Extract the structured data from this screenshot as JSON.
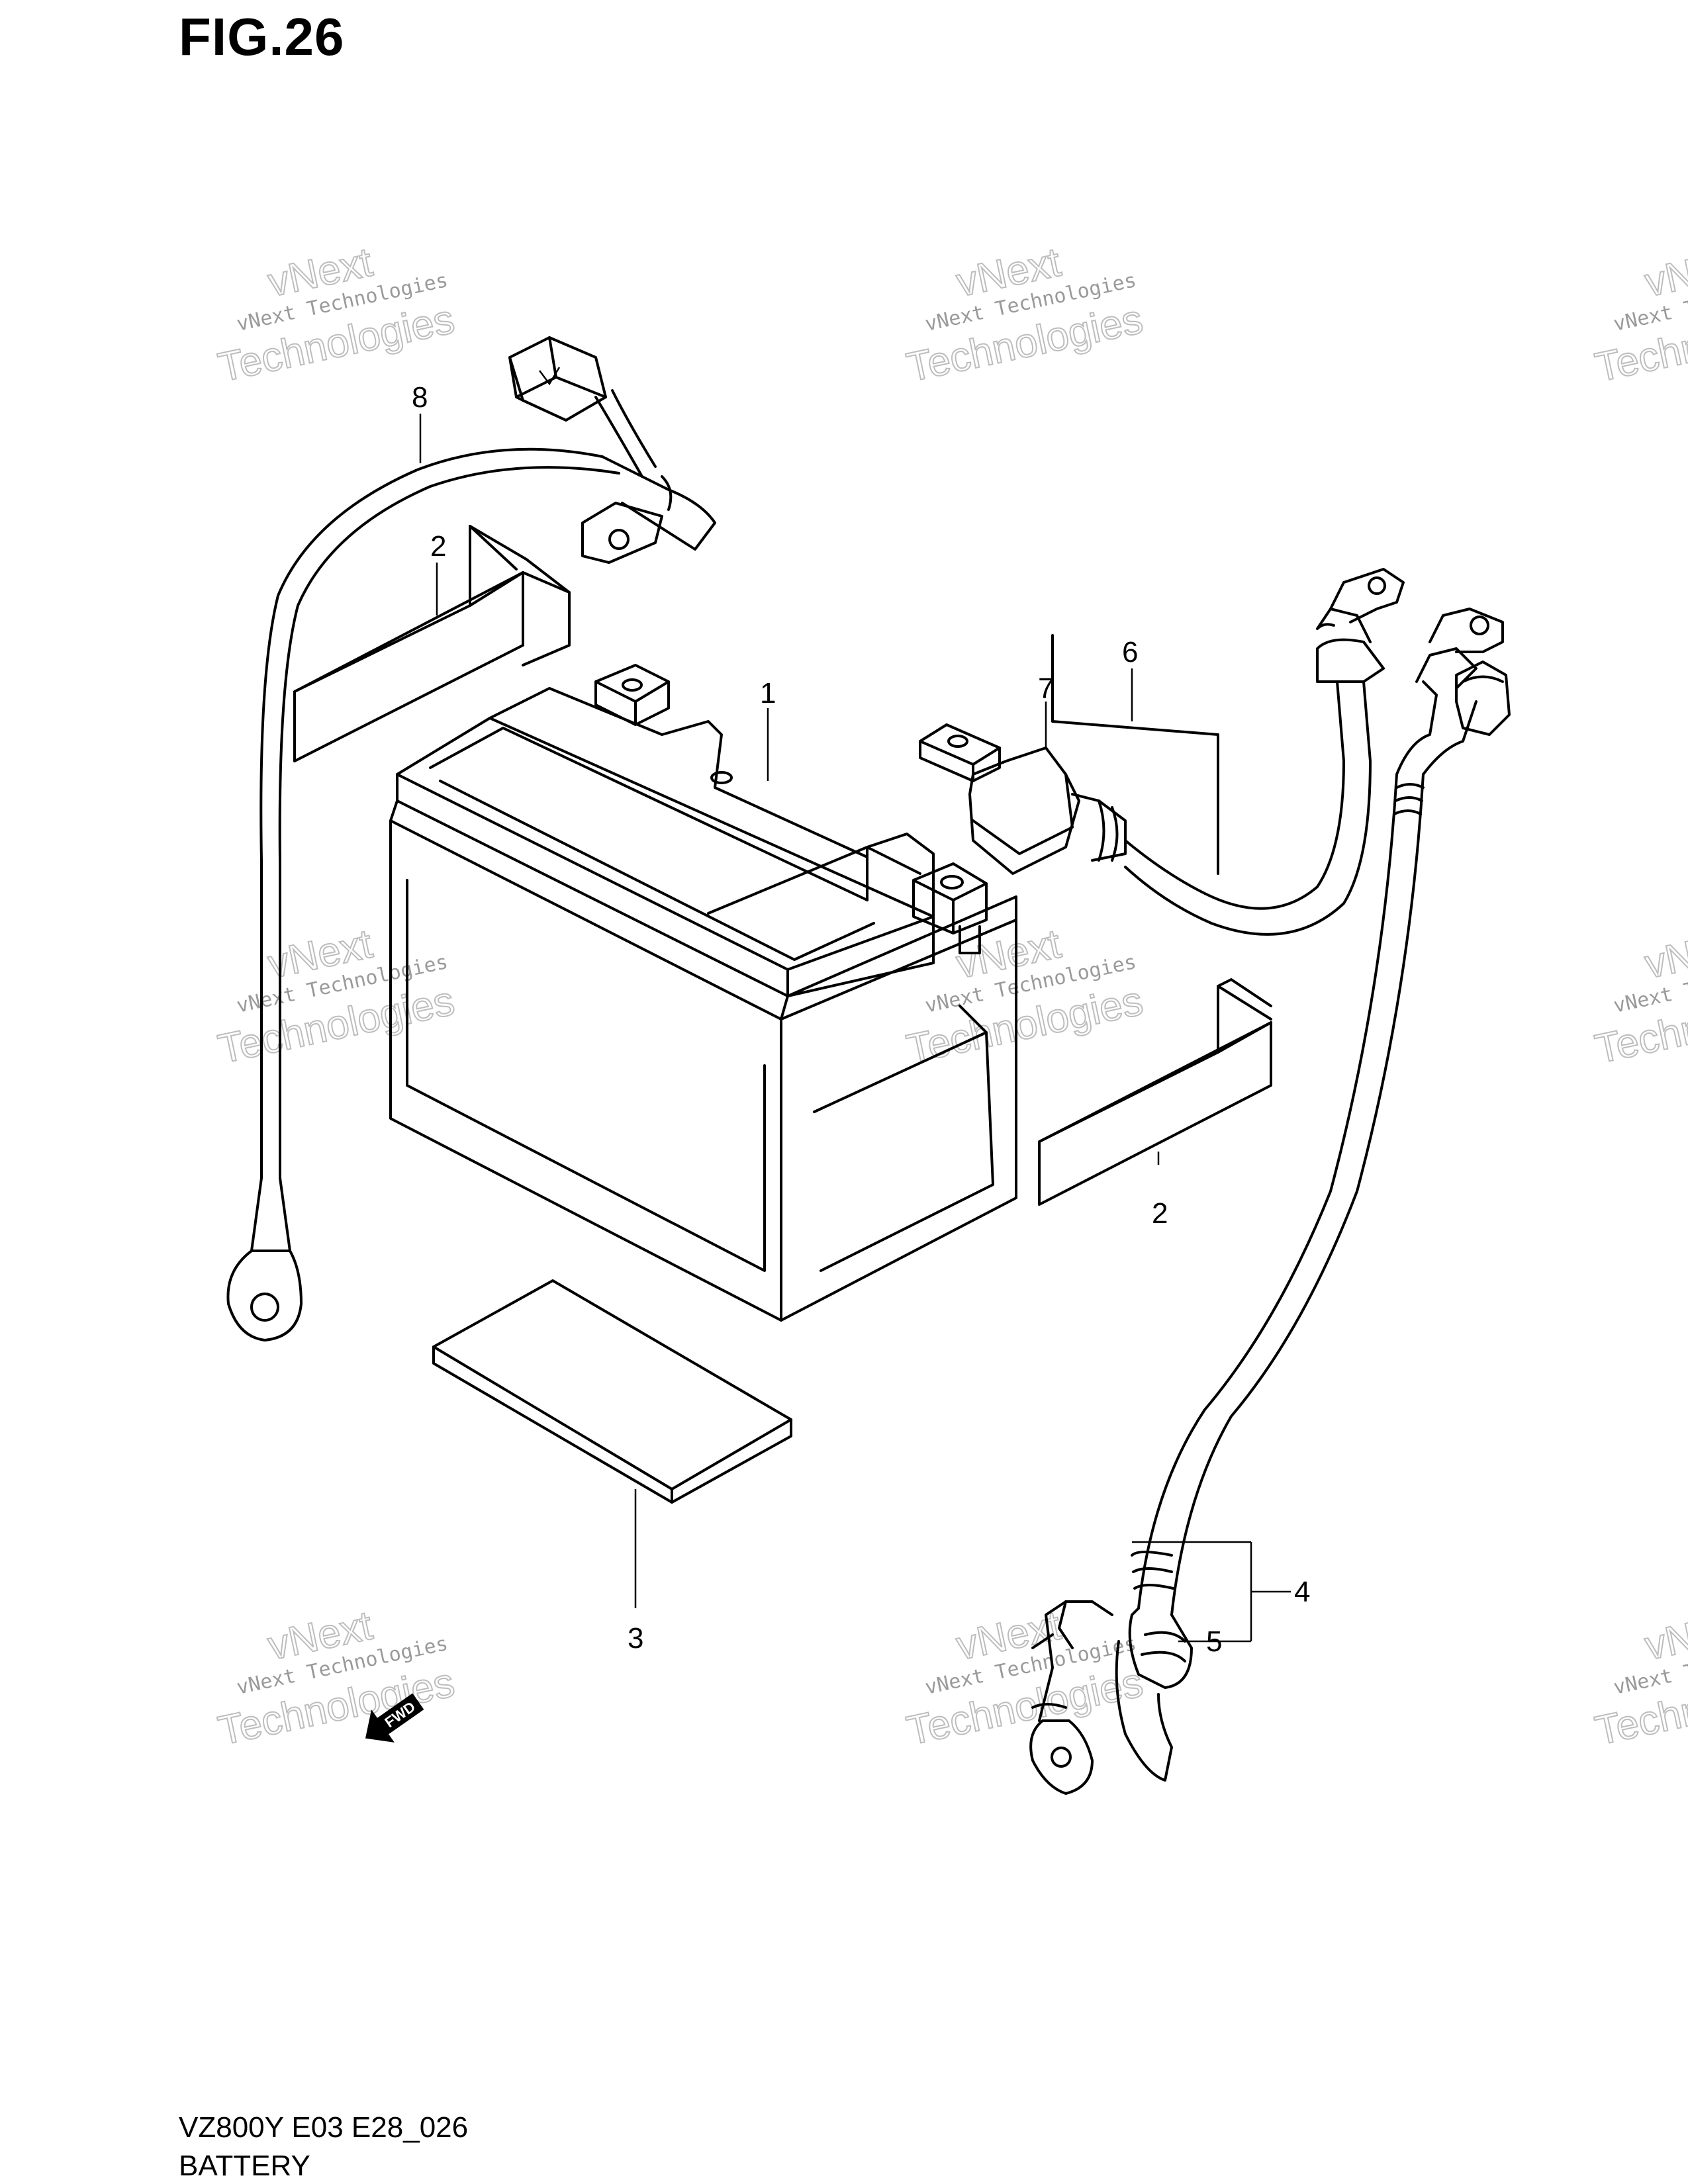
{
  "figure": {
    "title": "FIG.26"
  },
  "footer": {
    "model_code": "VZ800Y E03 E28_026",
    "section_name": "BATTERY"
  },
  "callouts": [
    {
      "id": "c1",
      "label": "1"
    },
    {
      "id": "c2a",
      "label": "2"
    },
    {
      "id": "c2b",
      "label": "2"
    },
    {
      "id": "c3",
      "label": "3"
    },
    {
      "id": "c4",
      "label": "4"
    },
    {
      "id": "c5",
      "label": "5"
    },
    {
      "id": "c6",
      "label": "6"
    },
    {
      "id": "c7",
      "label": "7"
    },
    {
      "id": "c8",
      "label": "8"
    }
  ],
  "direction_marker": {
    "label": "FWD"
  },
  "watermark": {
    "line_small": "vNext Technologies",
    "line_top": "vNext",
    "line_big": "Technologies"
  }
}
